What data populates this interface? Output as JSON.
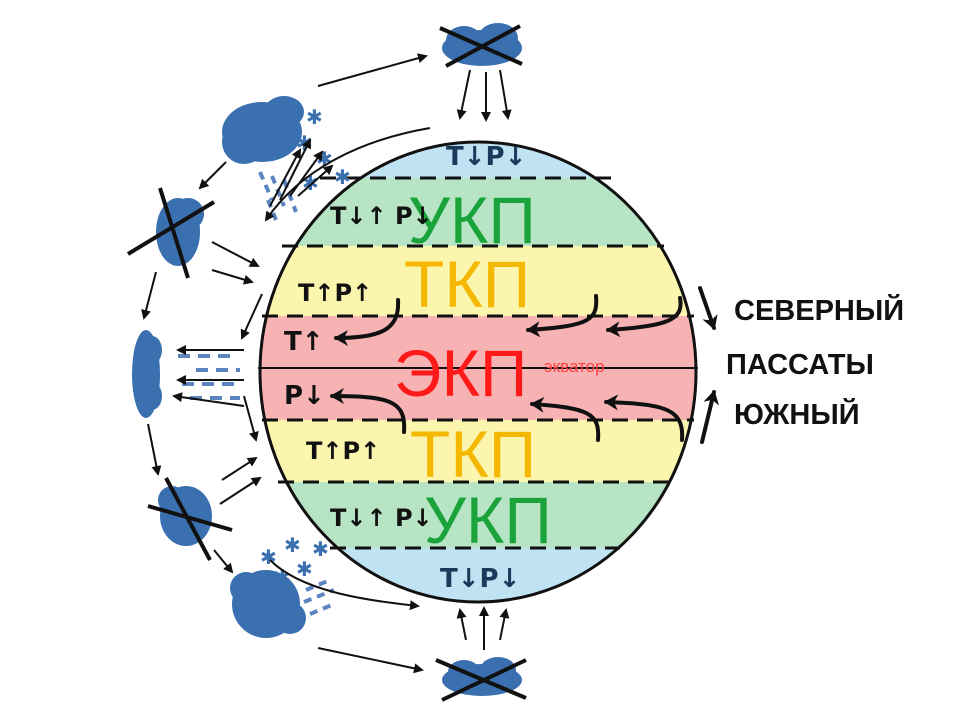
{
  "zones": [
    {
      "key": "polar_n",
      "color": "#bfe3f2",
      "tp": "T↓P↓",
      "tp_color": "#1a3a5c",
      "name": ""
    },
    {
      "key": "temperate_n",
      "color": "#b7e4c4",
      "tp": "T↓↑ P↓",
      "tp_color": "#111111",
      "name": "УКП",
      "name_color": "#1aa33b"
    },
    {
      "key": "tropic_n",
      "color": "#fbf5ae",
      "tp": "T↑P↑",
      "tp_color": "#111111",
      "name": "ТКП",
      "name_color": "#f5b800"
    },
    {
      "key": "equator",
      "color": "#f7b3b3",
      "tp": "T↑",
      "tp2": "P↓",
      "tp_color": "#111111",
      "name": "ЭКП",
      "name_color": "#ff1a1a"
    },
    {
      "key": "tropic_s",
      "color": "#fbf5ae",
      "tp": "T↑P↑",
      "tp_color": "#111111",
      "name": "ТКП",
      "name_color": "#f5b800"
    },
    {
      "key": "temperate_s",
      "color": "#b7e4c4",
      "tp": "T↓↑ P↓",
      "tp_color": "#111111",
      "name": "УКП",
      "name_color": "#1aa33b"
    },
    {
      "key": "polar_s",
      "color": "#bfe3f2",
      "tp": "T↓P↓",
      "tp_color": "#1a3a5c",
      "name": ""
    }
  ],
  "equator_label": "экватор",
  "side_labels": {
    "north": "СЕВЕРНЫЙ",
    "trade": "ПАССАТЫ",
    "south": "ЮЖНЫЙ"
  },
  "colors": {
    "cloud": "#3a6fb0",
    "cloud_dark": "#2a5590",
    "rain": "#5b84c0",
    "line": "#111111"
  }
}
